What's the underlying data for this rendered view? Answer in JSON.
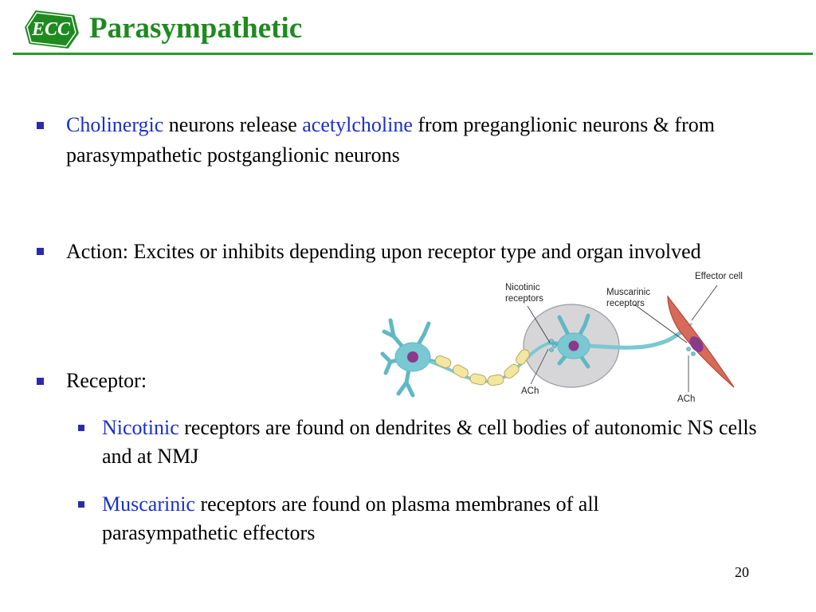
{
  "slide": {
    "title": "Parasympathetic",
    "page_number": "20"
  },
  "logo": {
    "text": "ECC",
    "color": "#1f8a1f"
  },
  "bullets": [
    {
      "segments": [
        {
          "text": "Cholinergic",
          "highlight": true
        },
        {
          "text": " neurons release ",
          "highlight": false
        },
        {
          "text": "acetylcholine",
          "highlight": true
        },
        {
          "text": " from  preganglionic neurons & from parasympathetic postganglionic neurons",
          "highlight": false
        }
      ]
    },
    {
      "segments": [
        {
          "text": "Action: Excites or inhibits depending upon receptor type and organ involved",
          "highlight": false
        }
      ]
    },
    {
      "segments": [
        {
          "text": "Receptor:",
          "highlight": false
        }
      ],
      "sub_bullets": [
        {
          "segments": [
            {
              "text": "Nicotinic",
              "highlight": true
            },
            {
              "text": " receptors are found on dendrites & cell bodies of autonomic NS cells and at NMJ",
              "highlight": false
            }
          ]
        },
        {
          "segments": [
            {
              "text": "Muscarinic",
              "highlight": true
            },
            {
              "text": " receptors are found on plasma membranes of all parasympathetic effectors",
              "highlight": false
            }
          ]
        }
      ]
    }
  ],
  "diagram": {
    "labels": {
      "nicotinic_line1": "Nicotinic",
      "nicotinic_line2": "receptors",
      "muscarinic_line1": "Muscarinic",
      "muscarinic_line2": "receptors",
      "effector": "Effector cell",
      "ach_left": "ACh",
      "ach_right": "ACh"
    }
  },
  "colors": {
    "title": "#1f8a1f",
    "highlight": "#1a30c8",
    "bullet": "#2a2ab0",
    "rule": "#2a9a2a"
  }
}
